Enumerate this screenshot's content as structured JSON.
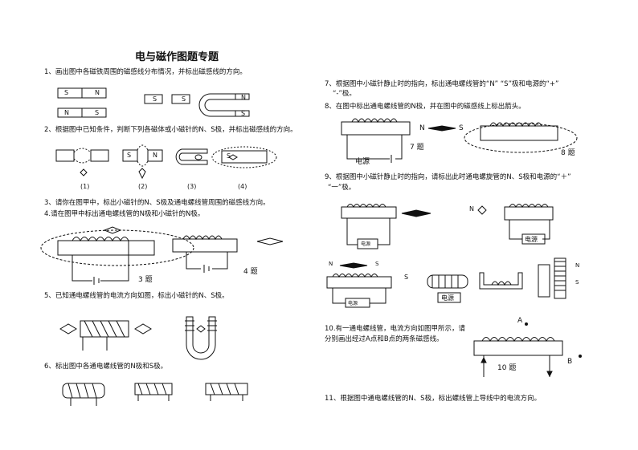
{
  "title": "电与磁作图题专题",
  "questions": {
    "q1": "1、画出图中各磁铁周围的磁感线分布情况，并标出磁感线的方向。",
    "q2": "2、根据图中已知条件，判断下列各磁体或小磁针的N、S极，并标出磁感线的方向。",
    "q3": "3、请你在图甲中，标出小磁针的N、S极及通电螺线管周围的磁感线方向。",
    "q4": "4.请在图甲中标出通电螺线管的N极和小磁针的N极。",
    "q5": "5、已知通电螺线管的电流方向如图，标出小磁针的N、S极。",
    "q6": "6、标出图中各通电螺线管的N极和S极。",
    "q7a": "7、根据图中小磁针静止时的指向，标出通电螺线管的“N” “S”极和电源的“+”",
    "q7b": "“-”极。",
    "q8": "8、在图中标出通电螺线管的N极，并在图中的磁感线上标出箭头。",
    "q9a": "9、根据图中小磁针静止时的指向，请标出此时通电螺旋管的N、S极和电源的“＋”",
    "q9b": "“一”极。",
    "q10a": "10.有一通电螺线管，电流方向如图甲所示，请",
    "q10b": "分别画出经过A点和B点的两条磁感线。",
    "q11": "11、根据图中通电螺线管的N、S极，标出螺线管上导线中的电流方向。"
  },
  "labels": {
    "S": "S",
    "N": "N",
    "fig1": "(1)",
    "fig2": "(2)",
    "fig3": "(3)",
    "fig4": "(4)",
    "ti3": "3 题",
    "ti4": "4 题",
    "ti7": "7 题",
    "ti8": "8 题",
    "ti10": "10 题",
    "power": "电源",
    "A": "A",
    "B": "B"
  }
}
